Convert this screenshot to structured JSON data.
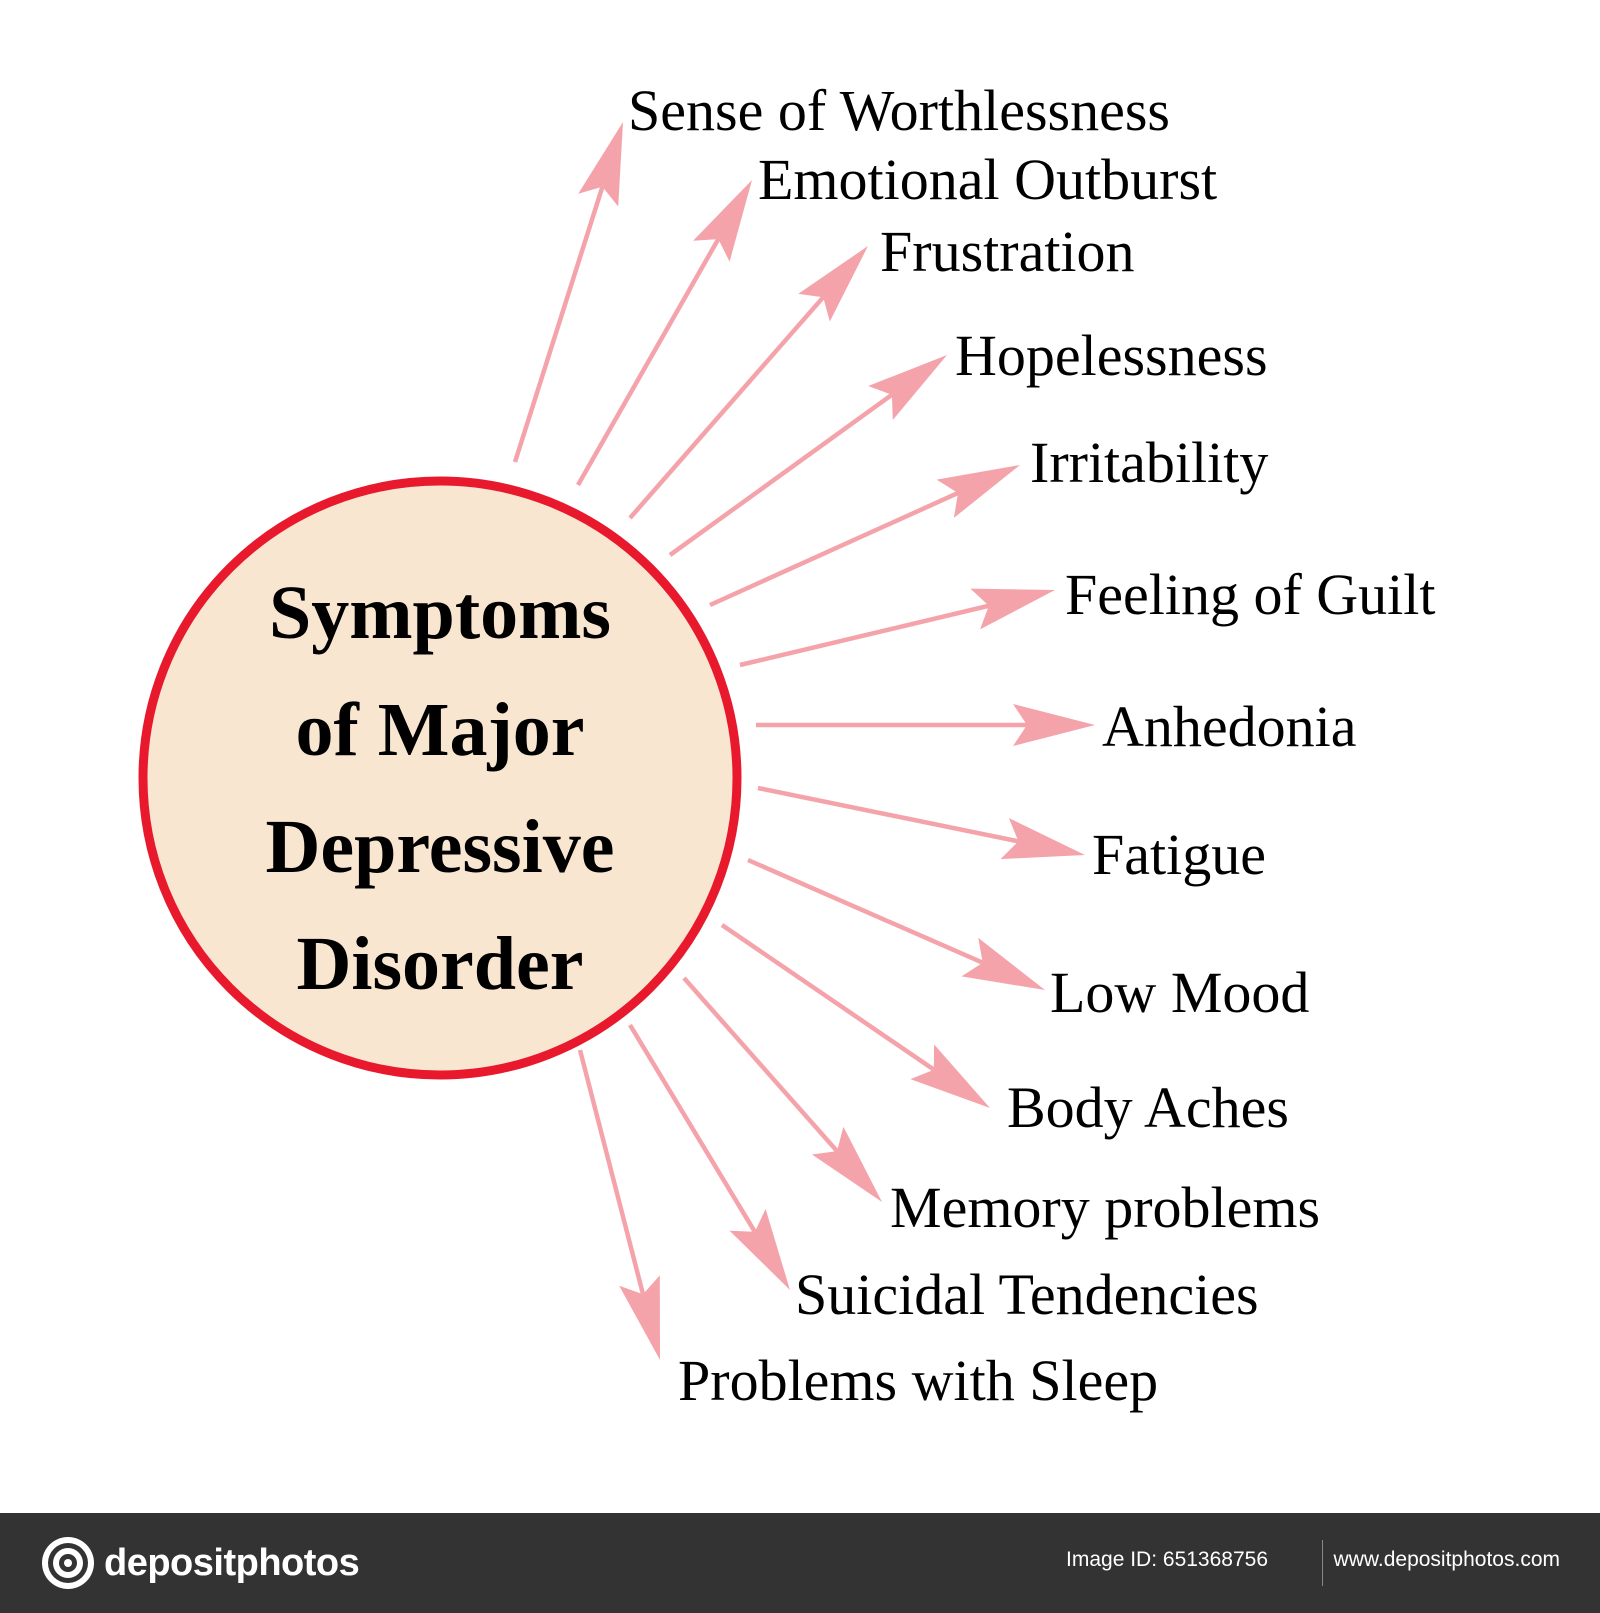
{
  "diagram": {
    "center": {
      "lines": [
        "Symptoms",
        "of Major",
        "Depressive",
        "Disorder"
      ],
      "fill_color": "#f9e6d0",
      "border_color": "#e8192c"
    },
    "arrow_color": "#f5a3aa",
    "symptoms": [
      "Sense of Worthlessness",
      "Emotional Outburst",
      "Frustration",
      "Hopelessness",
      "Irritability",
      "Feeling of Guilt",
      "Anhedonia",
      "Fatigue",
      "Low Mood",
      "Body Aches",
      "Memory problems",
      "Suicidal Tendencies",
      "Problems with Sleep"
    ]
  },
  "footer": {
    "brand": "depositphotos",
    "image_id": "Image ID: 651368756",
    "url": "www.depositphotos.com",
    "background": "#333333"
  }
}
